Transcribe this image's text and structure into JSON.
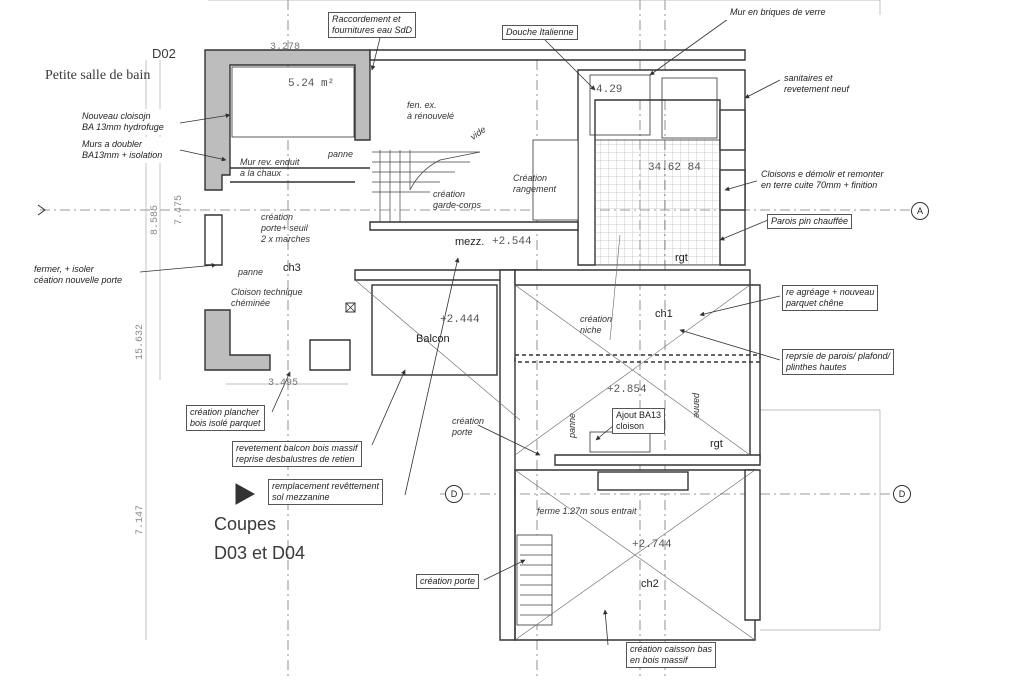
{
  "sheet": {
    "code": "D02",
    "title": "Petite salle de bain",
    "section_ref": [
      "Coupes",
      "D03 et D04"
    ]
  },
  "grid_marks": {
    "a": "A",
    "d_left": "D",
    "d_right": "D"
  },
  "rooms": {
    "mezz": "mezz.",
    "ch3": "ch3",
    "balcon": "Balcon",
    "ch1": "ch1",
    "ch2": "ch2",
    "rgt_top": "rgt",
    "rgt_mid": "rgt",
    "vide": "vide",
    "panne_1": "panne",
    "panne_2": "panne",
    "panne_3": "panne",
    "panne_4": "panne"
  },
  "levels": {
    "mezz": "+2.544",
    "balcon": "+2.444",
    "ch1": "+2.854",
    "ch2": "+2.744",
    "sdb_area": "5.24 m²",
    "sdd_area": "4.29",
    "sdd_area2": "34.62 84"
  },
  "dimensions": {
    "top": "3.278",
    "bottom": "3.495",
    "left_1": "8.585",
    "left_2": "7.475",
    "left_3": "15.632",
    "left_4": "7.147"
  },
  "inner_labels": {
    "fen": [
      "fen. ex.",
      "à rénouvelé"
    ],
    "mur_rev": [
      "Mur rev. enduit",
      "a la chaux"
    ],
    "creation_porte_seuil": [
      "création",
      "porte+ seuil",
      "2 x marches"
    ],
    "cloison_tech": [
      "Cloison technique",
      "chéminée"
    ],
    "garde_corps": [
      "création",
      "garde-corps"
    ],
    "rangement": [
      "Création",
      "rangement"
    ],
    "niche": [
      "création",
      "niche"
    ],
    "creation_porte_ch1": [
      "création",
      "porte"
    ],
    "ferme": [
      "ferme 1.27m sous entrait"
    ]
  },
  "notes": {
    "raccordement": [
      "Raccordement et",
      "fournitures eau SdD"
    ],
    "douche": [
      "Douche Italienne"
    ],
    "mur_briques": [
      "Mur en briques de verre"
    ],
    "sanitaires": [
      "sanitaires et",
      "revetement neuf"
    ],
    "cloisons_demolir": [
      "Cloisons e démolir et remonter",
      "en terre cuite 70mm + finition"
    ],
    "parois_pin": [
      "Parois pin chauffée"
    ],
    "nouveau_cloison": [
      "Nouveau cloisojn",
      "BA 13mm hydrofuge"
    ],
    "murs_doubler": [
      "Murs a doubler",
      "BA13mm + isolation"
    ],
    "fermer_isoler": [
      "fermer, + isoler",
      "céation nouvelle porte"
    ],
    "re_agreage": [
      "re agréage + nouveau",
      "parquet chêne"
    ],
    "reprise_parois": [
      "reprsie de parois/ plafond/",
      "plinthes hautes"
    ],
    "plancher": [
      "création plancher",
      "bois isolé parquet"
    ],
    "revetement_balcon": [
      "revetement balcon bois massif",
      "reprise desbalustres de retien"
    ],
    "remplacement": [
      "remplacement revêttement",
      "sol mezzanine"
    ],
    "ajout_ba13": [
      "Ajout BA13",
      "cloison"
    ],
    "creation_porte_ch2": [
      "création porte"
    ],
    "caisson": [
      "création caisson bas",
      "en bois massif"
    ]
  }
}
